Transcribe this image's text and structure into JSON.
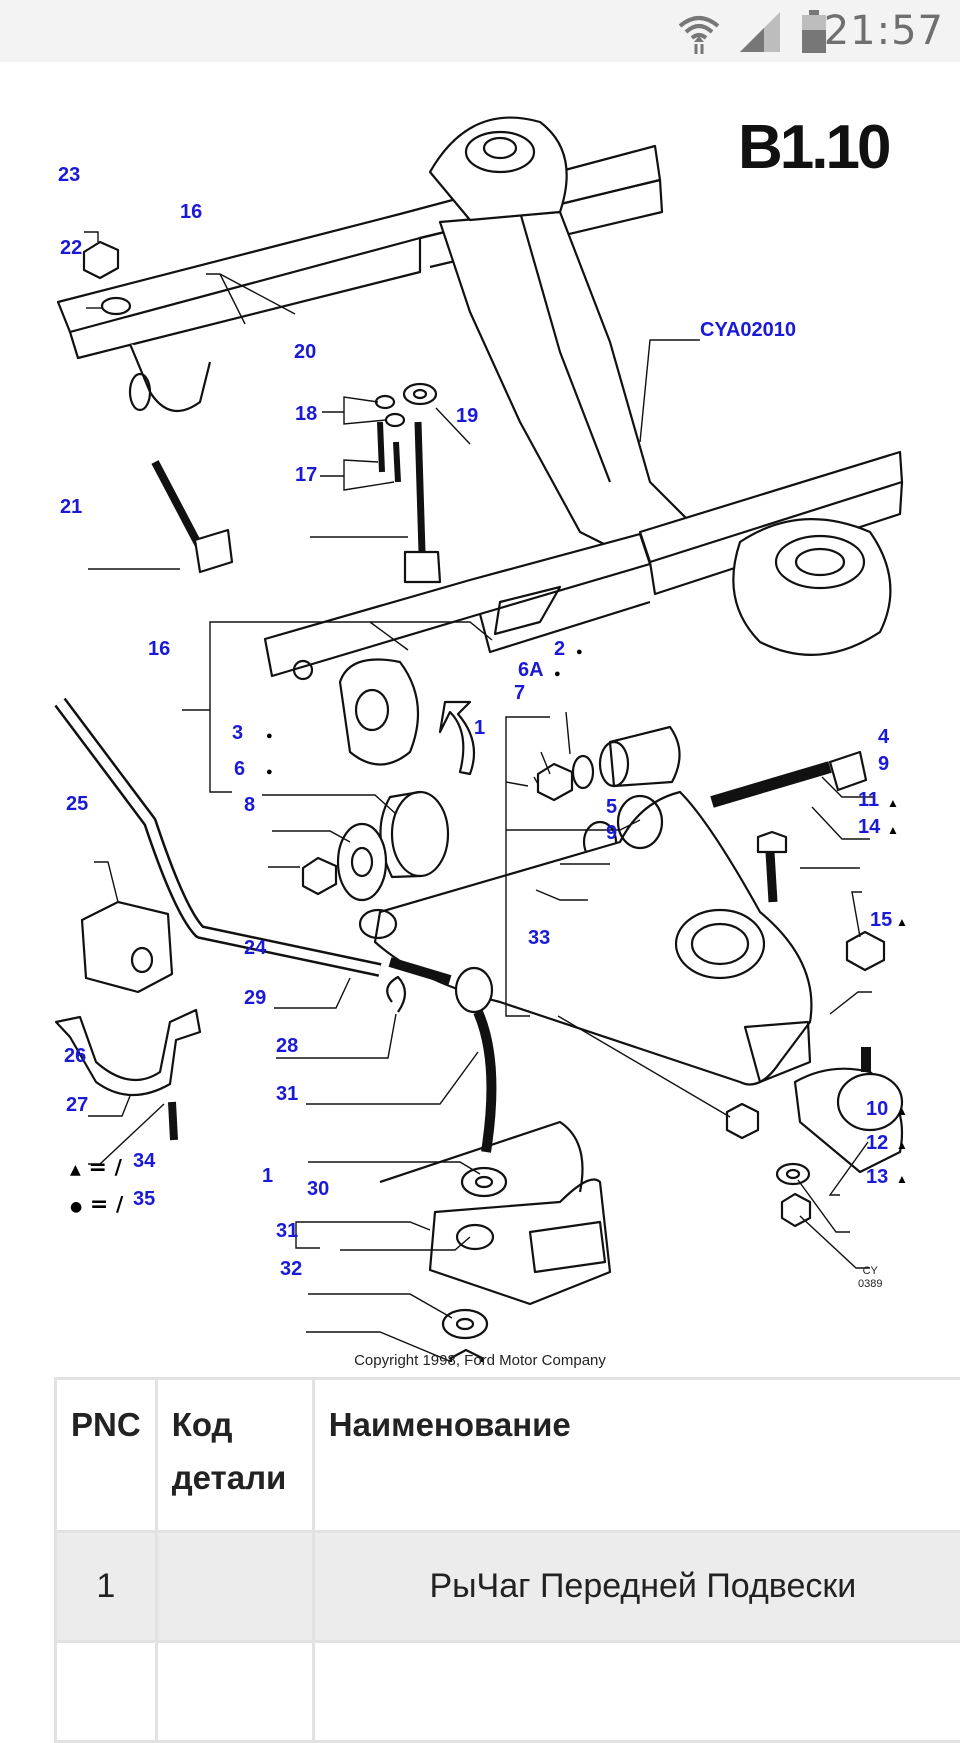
{
  "status_bar": {
    "time": "21:57",
    "icons": [
      "wifi-icon",
      "signal-icon",
      "battery-icon"
    ]
  },
  "diagram": {
    "page_code": "B1.10",
    "ref_code": "CYA02010",
    "image_ref": [
      "CY",
      "0389"
    ],
    "callouts": [
      "23",
      "22",
      "16",
      "20",
      "18",
      "19",
      "17",
      "21",
      "16",
      "3",
      "6",
      "8",
      "25",
      "24",
      "29",
      "26",
      "27",
      "28",
      "31",
      "1",
      "30",
      "31",
      "32",
      "2",
      "6A",
      "7",
      "1",
      "4",
      "9",
      "5",
      "9",
      "11",
      "14",
      "15",
      "33",
      "10",
      "12",
      "13"
    ],
    "legend": [
      {
        "symbol": "▲",
        "eq": "=",
        "num": "34"
      },
      {
        "symbol": "●",
        "eq": "=",
        "num": "35"
      }
    ]
  },
  "copyright": "Copyright 1998, Ford Motor Company",
  "table": {
    "headers": {
      "pnc": "PNC",
      "code": "Код детали",
      "name": "Наименование"
    },
    "rows": [
      {
        "pnc": "1",
        "code": "",
        "name": "РыЧаг Передней Подвески"
      },
      {
        "pnc": "",
        "code": "",
        "name": ""
      }
    ]
  },
  "colors": {
    "callout": "#1a1ad6",
    "status_bar": "#f3f3f3",
    "header_row": "#ececec"
  }
}
